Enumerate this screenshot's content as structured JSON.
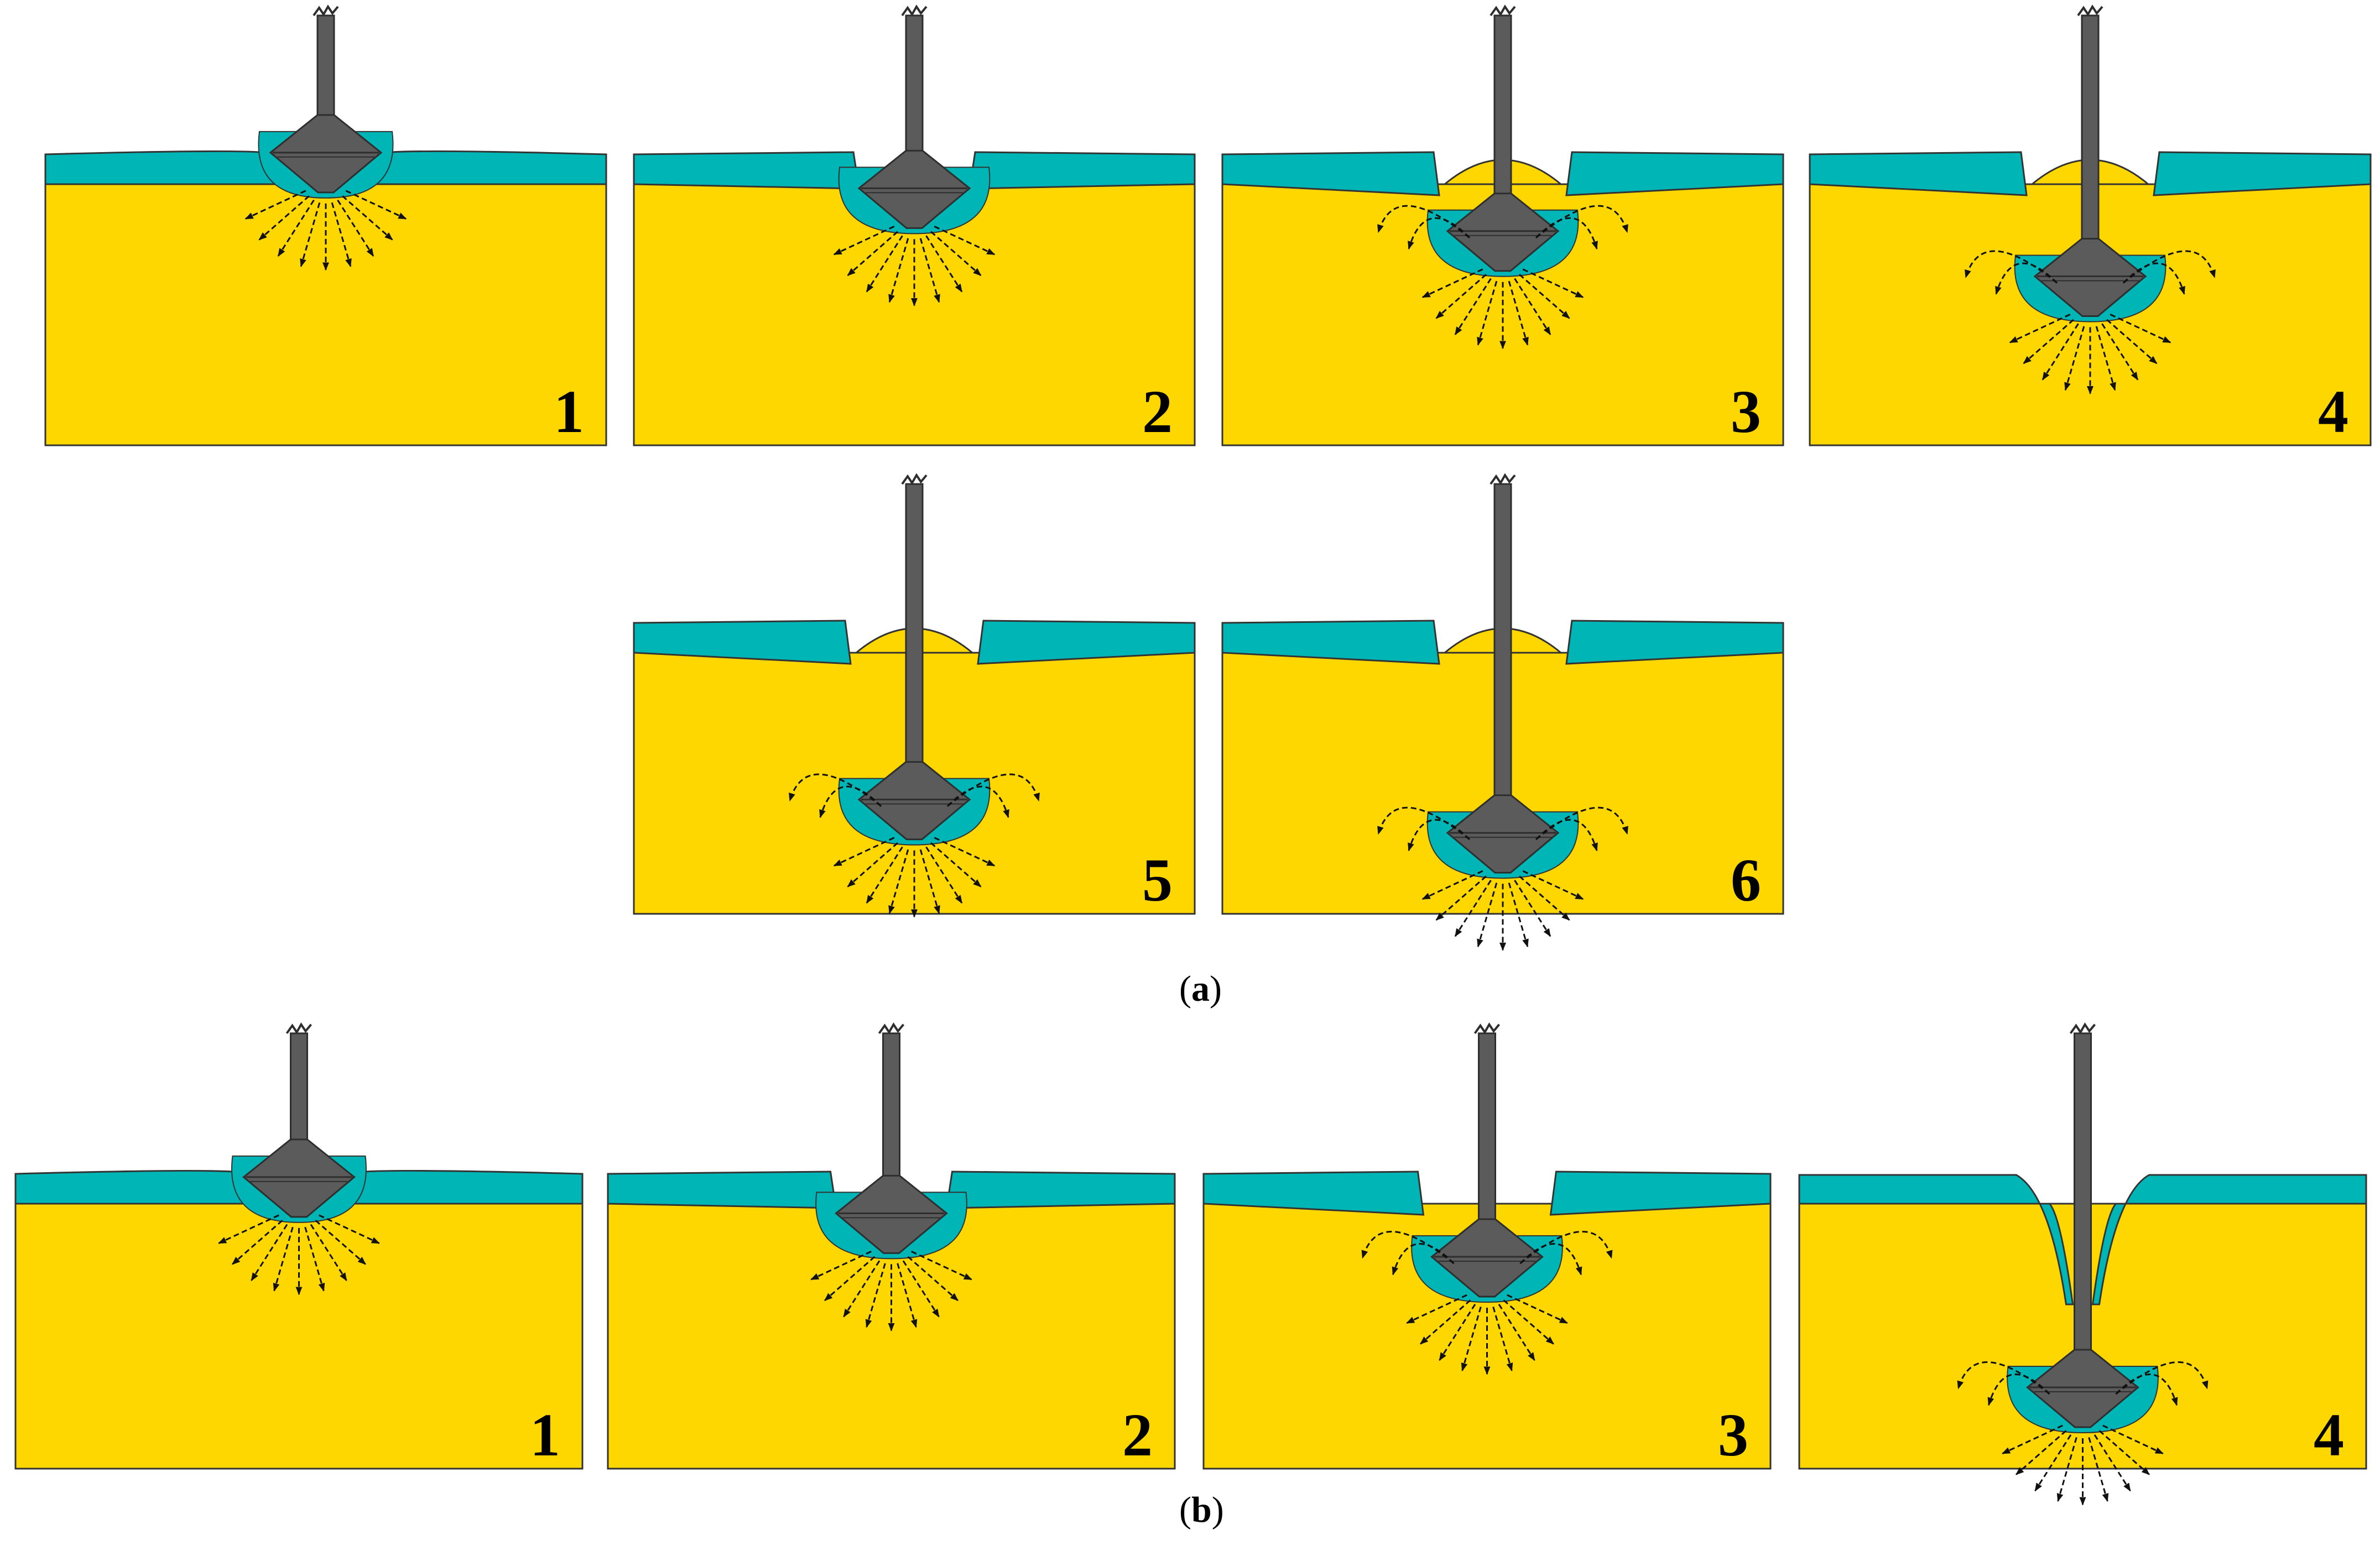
{
  "colors": {
    "substrate": "#FFD700",
    "coating": "#00B5B5",
    "tool": "#5B5B5B",
    "tool_edge": "#2E2E2E",
    "outline": "#333333",
    "arrow": "#111111",
    "background": "#FFFFFF"
  },
  "captions": {
    "a_open": "(",
    "a_letter": "a",
    "a_close": ")",
    "b_open": "(",
    "b_letter": "b",
    "b_close": ")"
  },
  "series_a": {
    "panels": [
      {
        "number": "1",
        "stage": 1
      },
      {
        "number": "2",
        "stage": 2
      },
      {
        "number": "3",
        "stage": 3
      },
      {
        "number": "4",
        "stage": 4
      },
      {
        "number": "5",
        "stage": 5
      },
      {
        "number": "6",
        "stage": 6
      }
    ]
  },
  "series_b": {
    "panels": [
      {
        "number": "1",
        "stage": 1
      },
      {
        "number": "2",
        "stage": 2
      },
      {
        "number": "3",
        "stage": 3
      },
      {
        "number": "4",
        "stage": 4
      }
    ]
  }
}
